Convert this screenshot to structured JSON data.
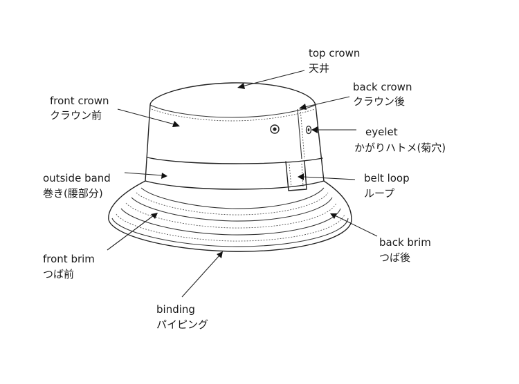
{
  "labels": {
    "top_crown": {
      "en": "top crown",
      "jp": "天井"
    },
    "back_crown": {
      "en": "back crown",
      "jp": "クラウン後"
    },
    "front_crown": {
      "en": "front crown",
      "jp": "クラウン前"
    },
    "eyelet": {
      "en": "eyelet",
      "jp": "かがりハトメ(菊穴)"
    },
    "outside_band": {
      "en": "outside band",
      "jp": "巻き(腰部分)"
    },
    "belt_loop": {
      "en": "belt loop",
      "jp": "ループ"
    },
    "back_brim": {
      "en": "back brim",
      "jp": "つば後"
    },
    "front_brim": {
      "en": "front brim",
      "jp": "つば前"
    },
    "binding": {
      "en": "binding",
      "jp": "パイピング"
    }
  }
}
